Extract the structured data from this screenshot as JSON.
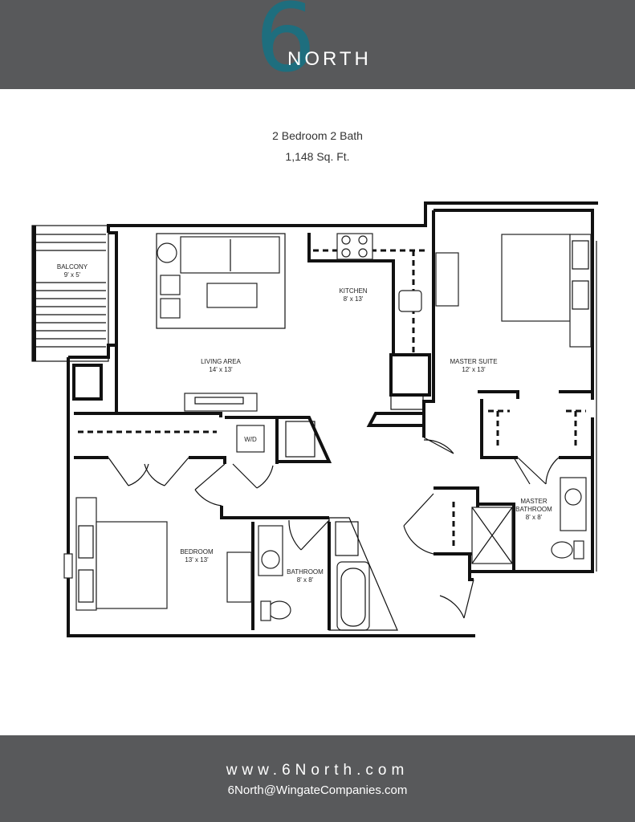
{
  "brand": {
    "number": "6",
    "word": "NORTH",
    "color": "#1e6e7e",
    "bar_color": "#58595b"
  },
  "unit": {
    "type": "2 Bedroom 2 Bath",
    "area": "1,148 Sq. Ft."
  },
  "rooms": {
    "balcony": {
      "name": "BALCONY",
      "size": "9' x 5'"
    },
    "kitchen": {
      "name": "KITCHEN",
      "size": "8' x 13'"
    },
    "living": {
      "name": "LIVING AREA",
      "size": "14' x 13'"
    },
    "master_suite": {
      "name": "MASTER SUITE",
      "size": "12' x 13'"
    },
    "wd": {
      "name": "W/D"
    },
    "master_bath": {
      "name": "MASTER",
      "name2": "BATHROOM",
      "size": "8' x 8'"
    },
    "bedroom": {
      "name": "BEDROOM",
      "size": "13' x 13'"
    },
    "bathroom": {
      "name": "BATHROOM",
      "size": "8' x 8'"
    }
  },
  "footer": {
    "website": "www.6North.com",
    "email": "6North@WingateCompanies.com"
  }
}
